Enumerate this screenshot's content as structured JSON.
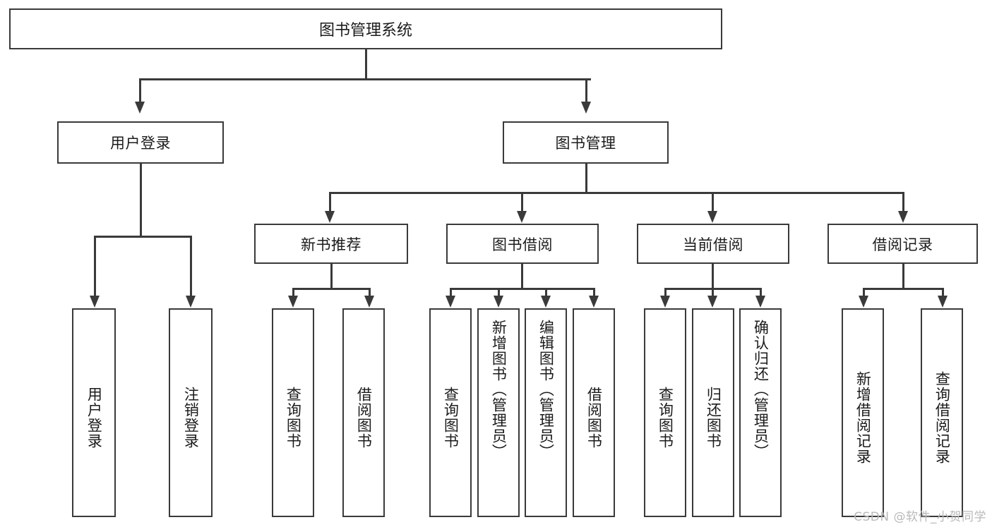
{
  "diagram": {
    "type": "tree-hierarchy-flowchart",
    "title": "图书管理系统",
    "watermark": "CSDN @软件_小贺同学",
    "colors": {
      "stroke": "#3a3a3a",
      "fill": "#ffffff",
      "text": "#1b1b1b",
      "watermark": "#b9b9b9"
    },
    "root": {
      "label": "图书管理系统"
    },
    "level2": [
      {
        "label": "用户登录"
      },
      {
        "label": "图书管理"
      }
    ],
    "level3": [
      {
        "label": "新书推荐"
      },
      {
        "label": "图书借阅"
      },
      {
        "label": "当前借阅"
      },
      {
        "label": "借阅记录"
      }
    ],
    "leaves": {
      "user_login": [
        {
          "label": "用户登录"
        },
        {
          "label": "注销登录"
        }
      ],
      "new_book_recommend": [
        {
          "label": "查询图书"
        },
        {
          "label": "借阅图书"
        }
      ],
      "book_borrow": [
        {
          "label": "查询图书"
        },
        {
          "label": "新增图书（管理员）"
        },
        {
          "label": "编辑图书（管理员）"
        },
        {
          "label": "借阅图书"
        }
      ],
      "current_borrow": [
        {
          "label": "查询图书"
        },
        {
          "label": "归还图书"
        },
        {
          "label": "确认归还（管理员）"
        }
      ],
      "borrow_record": [
        {
          "label": "新增借阅记录"
        },
        {
          "label": "查询借阅记录"
        }
      ]
    }
  }
}
